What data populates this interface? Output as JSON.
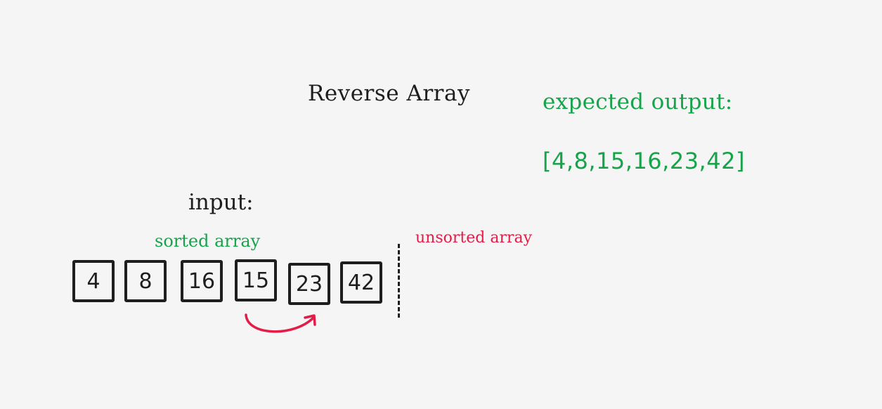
{
  "title": "Reverse Array",
  "expected": {
    "label": "expected output:",
    "value": "[4,8,15,16,23,42]"
  },
  "input": {
    "label": "input:",
    "sorted_label": "sorted array",
    "unsorted_label": "unsorted array",
    "items": [
      "4",
      "8",
      "16",
      "15",
      "23",
      "42"
    ]
  },
  "arrow": {
    "color": "#e11d48",
    "from_item": "15",
    "to_item": "23"
  },
  "colors": {
    "text": "#1e1e1e",
    "green": "#16a34a",
    "red": "#e11d48",
    "background": "#f5f5f5"
  }
}
